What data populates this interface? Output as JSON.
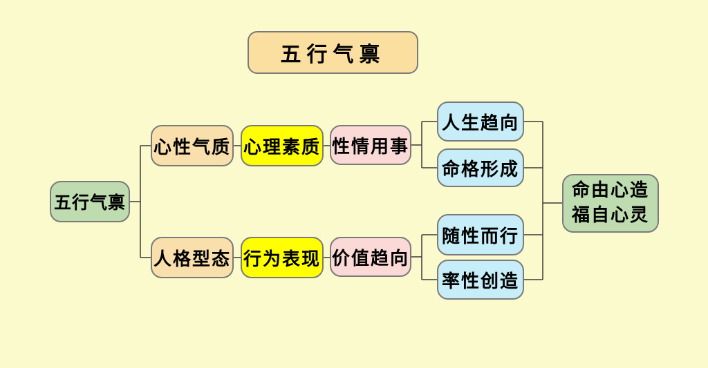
{
  "title": "五行气禀",
  "colors": {
    "background": "#FAFACC",
    "title_fill": "#FBDFA0",
    "level1_fill": "#F8DFAC",
    "level2_fill": "#FFFF00",
    "level3_fill": "#FAD9D7",
    "leaf_fill": "#C7EDF8",
    "root_fill": "#BFDCB0",
    "result_fill": "#BFDCB0",
    "border": "#7A7A7A",
    "line": "#3A3A3A",
    "text": "#000000"
  },
  "diagram": {
    "root": "五行气禀",
    "branches": [
      {
        "level1": "心性气质",
        "level2": "心理素质",
        "level3": "性情用事",
        "leaves": [
          "人生趋向",
          "命格形成"
        ]
      },
      {
        "level1": "人格型态",
        "level2": "行为表现",
        "level3": "价值趋向",
        "leaves": [
          "随性而行",
          "率性创造"
        ]
      }
    ],
    "result": [
      "命由心造",
      "福自心灵"
    ]
  }
}
